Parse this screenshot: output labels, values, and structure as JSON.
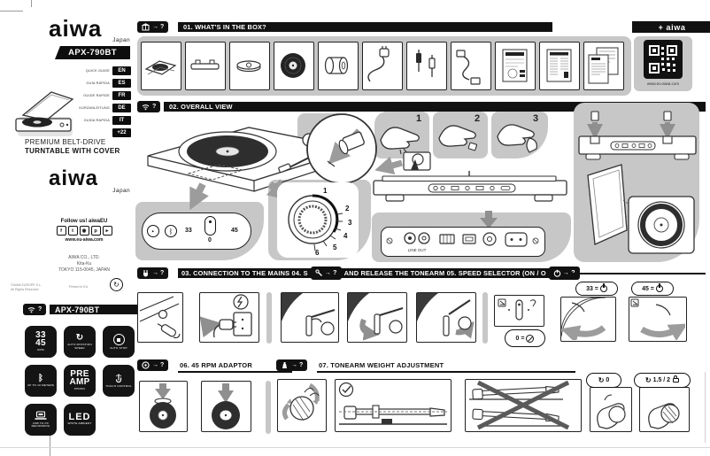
{
  "brand": {
    "name": "aiwa",
    "origin": "Japan",
    "plus_name": "+ aiwa"
  },
  "sidebar": {
    "model_badge": "APX-790BT",
    "languages": [
      {
        "label": "QUICK GUIDE",
        "code": "EN"
      },
      {
        "label": "GUÍA RÁPIDA",
        "code": "ES"
      },
      {
        "label": "GUIDE RAPIDE",
        "code": "FR"
      },
      {
        "label": "KURZANLEITUNG",
        "code": "DE"
      },
      {
        "label": "GUIDA RAPIDA",
        "code": "IT"
      },
      {
        "label": "",
        "code": "+22"
      }
    ],
    "product_title": [
      "PREMIUM BELT-DRIVE",
      "TURNTABLE WITH COVER"
    ],
    "follow": {
      "heading": "Follow us! aiwaEU",
      "website": "www.eu-aiwa.com",
      "social_icons": [
        "facebook-icon",
        "twitter-icon",
        "instagram-icon",
        "pinterest-icon",
        "youtube-icon"
      ]
    },
    "address": [
      "AIWA CO., LTD.",
      "Kita-Ku",
      "TOKYO 115-0045, JAPAN"
    ],
    "legal": {
      "left1": "©AIWA EUROPE S.L.",
      "left2": "All Rights Reserved",
      "center": "Printed in EU",
      "right_icon": "green-dot-recycle-icon"
    },
    "model_bar": "APX-790BT",
    "features": [
      {
        "line1": "33",
        "line2": "45",
        "label": "RPM"
      },
      {
        "icon": "rotation-speed-icon",
        "glyph": "↻",
        "label": "AUTO ROTATION SPEED"
      },
      {
        "icon": "auto-stop-icon",
        "label": "AUTO STOP"
      },
      {
        "icon": "bluetooth-icon",
        "glyph": "ᛒ",
        "label": "UP TO 10 METERS"
      },
      {
        "line1": "PRE",
        "line2": "AMP",
        "label": "PHONO"
      },
      {
        "icon": "touch-control-icon",
        "label": "TOUCH CONTROL"
      },
      {
        "icon": "usb-pc-icon",
        "label": "USB TO PC RECORDING"
      },
      {
        "line1": "LED",
        "label": "WHITE AMBIENT"
      }
    ]
  },
  "sections": {
    "s01": {
      "badge": "→ ?",
      "title": "01. WHAT'S IN THE BOX?",
      "items": [
        "turntable",
        "hinges",
        "45-rpm-adaptor",
        "record",
        "counterweight",
        "power-cable",
        "rca-cable",
        "usb-cable",
        "quick-guide",
        "spec-sheet",
        "warranty-docs"
      ]
    },
    "qr": {
      "website": "www.eu-aiwa.com"
    },
    "s02": {
      "badge": "?",
      "title": "02. OVERALL VIEW",
      "steps": [
        "1",
        "2",
        "3"
      ],
      "control": {
        "speed33": "33",
        "speed0": "0",
        "speed45": "45"
      },
      "dial": [
        "1",
        "2",
        "3",
        "4",
        "5",
        "6"
      ],
      "rear_label": "LINE OUT"
    },
    "s030405": {
      "badge1": "→ ?",
      "part1": "03. CONNECTION TO THE MAINS 04. S",
      "badge2": "→ ?",
      "part2": "AND RELEASE THE TONEARM 05. SPEED SELECTOR (ON / O",
      "badge3": "→ ?"
    },
    "s05": {
      "callout33": "33 =",
      "callout45": "45 =",
      "callout0": "0 ="
    },
    "s06": {
      "badge": "→ ?",
      "title": "06. 45 RPM ADAPTOR"
    },
    "s07": {
      "badge": "→ ?",
      "title": "07. TONEARM WEIGHT ADJUSTMENT",
      "callout_free": "0",
      "callout_set": "1.5 / 2"
    }
  }
}
